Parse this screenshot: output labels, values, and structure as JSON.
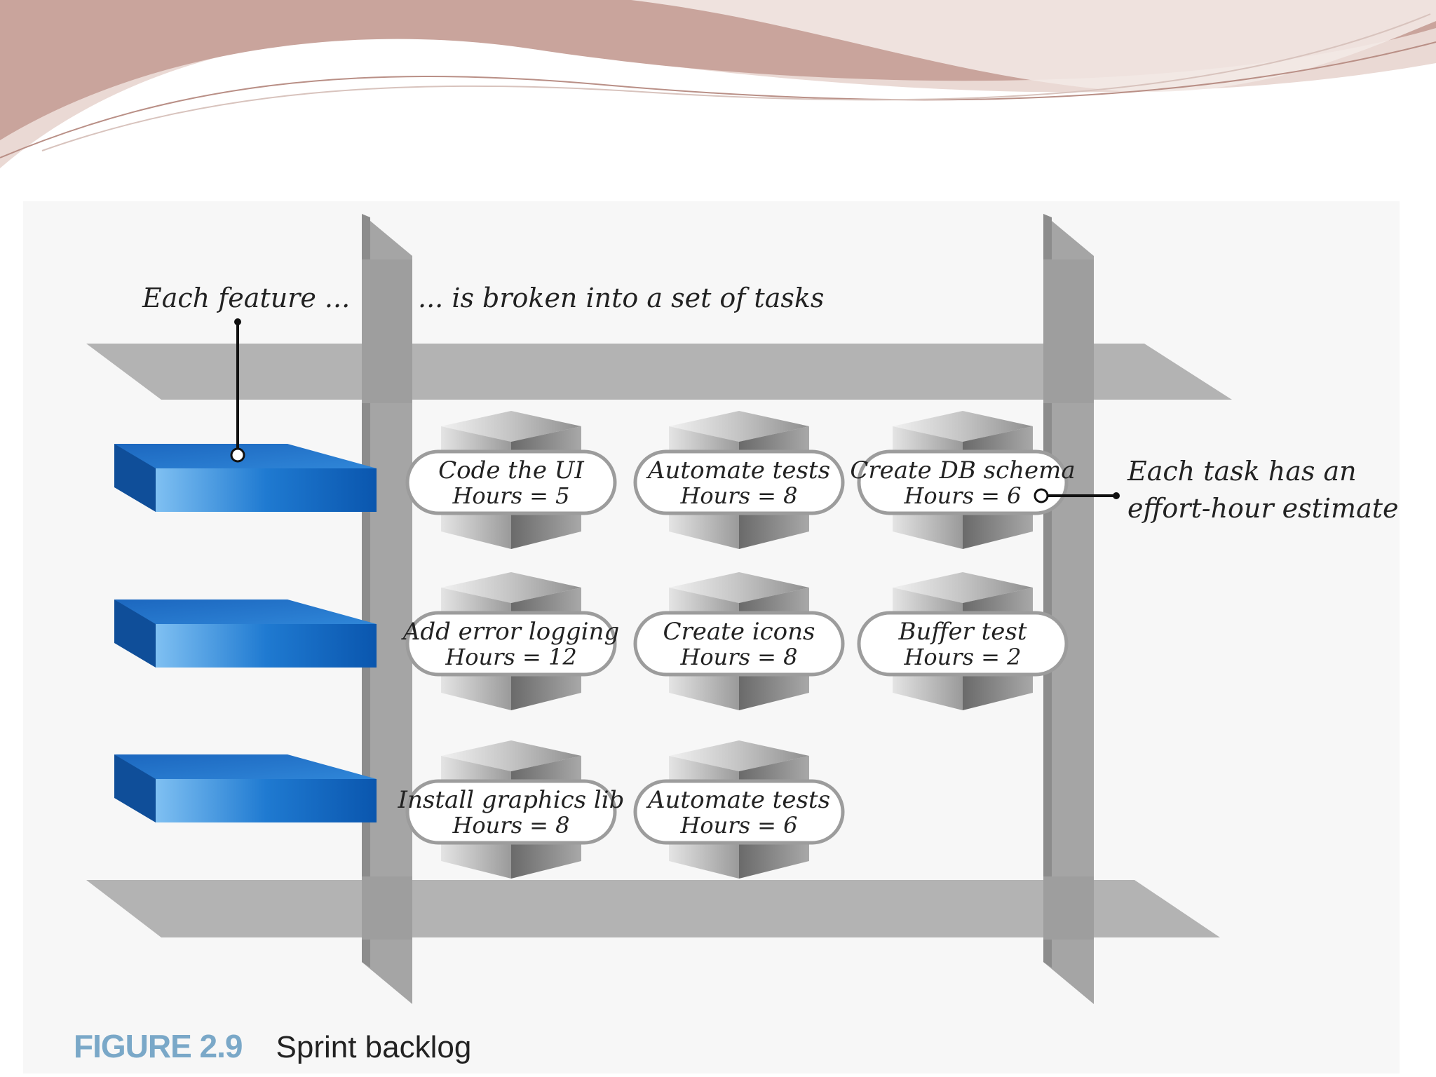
{
  "callouts": {
    "feature": "Each feature  ...",
    "tasks": "... is broken into a set of tasks",
    "estimate_line1": "Each task has an",
    "estimate_line2": "effort-hour estimate"
  },
  "features": [
    {
      "tasks": [
        {
          "name": "Code the UI",
          "hours": "Hours = 5"
        },
        {
          "name": "Automate tests",
          "hours": "Hours = 8"
        },
        {
          "name": "Create DB schema",
          "hours": "Hours = 6"
        }
      ]
    },
    {
      "tasks": [
        {
          "name": "Add error logging",
          "hours": "Hours = 12"
        },
        {
          "name": "Create icons",
          "hours": "Hours = 8"
        },
        {
          "name": "Buffer test",
          "hours": "Hours = 2"
        }
      ]
    },
    {
      "tasks": [
        {
          "name": "Install graphics lib",
          "hours": "Hours = 8"
        },
        {
          "name": "Automate tests",
          "hours": "Hours = 6"
        }
      ]
    }
  ],
  "caption": {
    "number": "FIGURE 2.9",
    "title": "Sprint backlog"
  },
  "colors": {
    "feature_blue": "#1a6fc4",
    "frame_gray": "#a8a8a8",
    "caption_blue": "#7aa8c8",
    "header_rose": "#c9a49c"
  }
}
